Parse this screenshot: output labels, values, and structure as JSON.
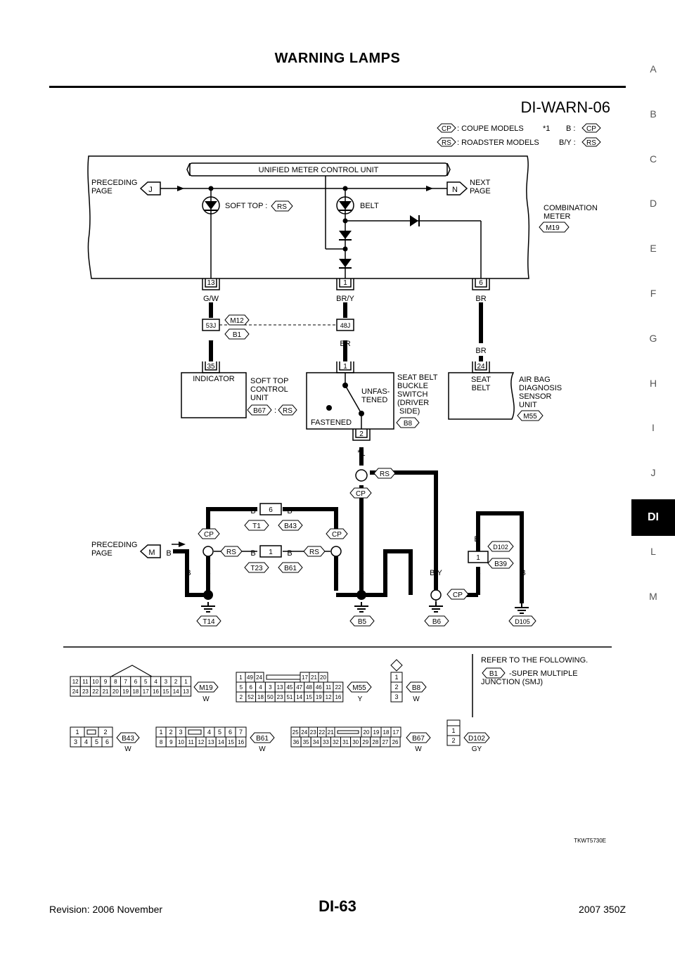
{
  "header": {
    "title": "WARNING LAMPS"
  },
  "side_index": [
    "A",
    "B",
    "C",
    "D",
    "E",
    "F",
    "G",
    "H",
    "I",
    "J",
    "DI",
    "L",
    "M"
  ],
  "side_index_active": "DI",
  "diagram": {
    "id": "DI-WARN-06",
    "legend": {
      "cp": "CP",
      "cp_desc": ": COUPE MODELS",
      "rs": "RS",
      "rs_desc": ": ROADSTER MODELS",
      "star1": "*1",
      "b_label": "B :",
      "by_label": "B/Y :"
    },
    "meter": {
      "title": "UNIFIED METER CONTROL UNIT",
      "preceding": "PRECEDING",
      "page": "PAGE",
      "next": "NEXT",
      "j": "J",
      "n": "N",
      "soft_top": "SOFT TOP :",
      "belt": "BELT",
      "combination": "COMBINATION",
      "meter_word": "METER",
      "code": "M19"
    },
    "terminals": {
      "t13": "13",
      "t1": "1",
      "t6": "6"
    },
    "wires": {
      "gw": "G/W",
      "bry": "BR/Y",
      "br": "BR",
      "y": "Y"
    },
    "junction": {
      "j53": "53J",
      "j48": "48J",
      "m12": "M12",
      "b1": "B1"
    },
    "soft_top_unit": {
      "pin": "35",
      "indicator": "INDICATOR",
      "l1": "SOFT TOP",
      "l2": "CONTROL",
      "l3": "UNIT",
      "code": "B67"
    },
    "seat_switch": {
      "pin": "1",
      "pin2": "2",
      "unfas": "UNFAS-",
      "tened": "TENED",
      "fastened": "FASTENED",
      "l1": "SEAT BELT",
      "l2": "BUCKLE",
      "l3": "SWITCH",
      "l4": "(DRIVER",
      "l5": "SIDE)",
      "code": "B8"
    },
    "airbag_unit": {
      "pin": "24",
      "seat": "SEAT",
      "belt": "BELT",
      "l1": "AIR BAG",
      "l2": "DIAGNOSIS",
      "l3": "SENSOR",
      "l4": "UNIT",
      "code": "M55"
    },
    "ground": {
      "star": "*1",
      "cp": "CP",
      "rs": "RS",
      "b": "B",
      "by": "B/Y",
      "m": "M",
      "pin6": "6",
      "pin1": "1",
      "t1": "T1",
      "b43": "B43",
      "t23": "T23",
      "b61": "B61",
      "d102": "D102",
      "b39": "B39",
      "t14": "T14",
      "b5": "B5",
      "b6": "B6",
      "d105": "D105"
    },
    "refer": {
      "l1": "REFER TO THE FOLLOWING.",
      "b1": "B1",
      "l2": "-SUPER MULTIPLE",
      "l3": "JUNCTION (SMJ)"
    },
    "connectors": {
      "m19": {
        "code": "M19",
        "color": "W",
        "row1": [
          "12",
          "11",
          "10",
          "9",
          "8",
          "7",
          "6",
          "5",
          "4",
          "3",
          "2",
          "1"
        ],
        "row2": [
          "24",
          "23",
          "22",
          "21",
          "20",
          "19",
          "18",
          "17",
          "16",
          "15",
          "14",
          "13"
        ]
      },
      "m55": {
        "code": "M55",
        "color": "Y",
        "row1": [
          "1",
          "49",
          "24",
          "17",
          "21",
          "20"
        ],
        "row2": [
          "5",
          "6",
          "4",
          "3",
          "13",
          "45",
          "47",
          "48",
          "46",
          "11",
          "22"
        ],
        "row3": [
          "2",
          "52",
          "18",
          "50",
          "23",
          "51",
          "14",
          "15",
          "19",
          "12",
          "16"
        ]
      },
      "b8": {
        "code": "B8",
        "color": "W",
        "pins": [
          "1",
          "2",
          "3"
        ]
      },
      "b43": {
        "code": "B43",
        "color": "W",
        "row1": [
          "1",
          "2"
        ],
        "row2": [
          "3",
          "4",
          "5",
          "6"
        ]
      },
      "b61": {
        "code": "B61",
        "color": "W",
        "row1": [
          "1",
          "2",
          "3",
          "4",
          "5",
          "6",
          "7"
        ],
        "row2": [
          "8",
          "9",
          "10",
          "11",
          "12",
          "13",
          "14",
          "15",
          "16"
        ]
      },
      "b67": {
        "code": "B67",
        "color": "W",
        "row1": [
          "25",
          "24",
          "23",
          "22",
          "21",
          "20",
          "19",
          "18",
          "17"
        ],
        "row2": [
          "36",
          "35",
          "34",
          "33",
          "32",
          "31",
          "30",
          "29",
          "28",
          "27",
          "26"
        ]
      },
      "d102": {
        "code": "D102",
        "color": "GY",
        "pins": [
          "1",
          "2"
        ]
      }
    },
    "image_code": "TKWT5730E"
  },
  "footer": {
    "left": "Revision: 2006 November",
    "center": "DI-63",
    "right": "2007 350Z"
  }
}
